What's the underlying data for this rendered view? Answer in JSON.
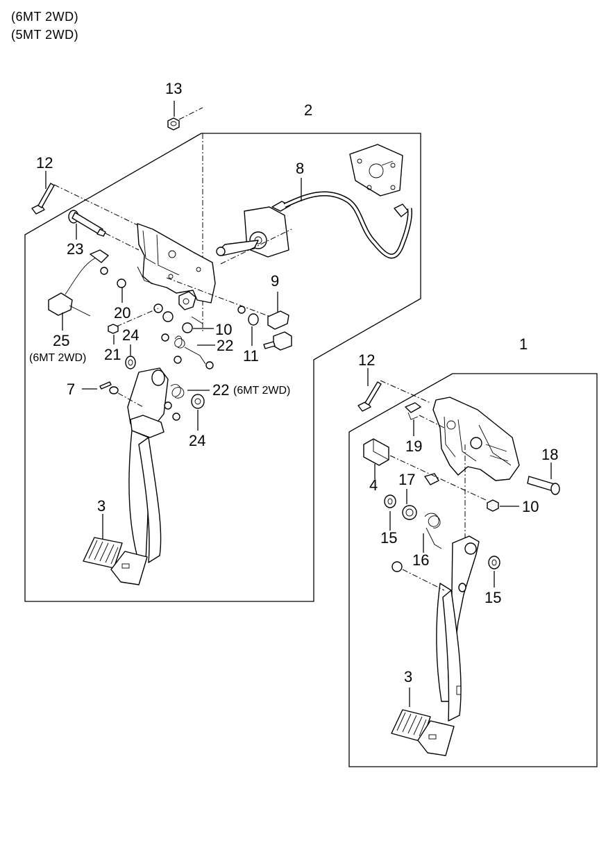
{
  "header": {
    "variants": [
      "(6MT 2WD)",
      "(5MT 2WD)"
    ]
  },
  "callouts": [
    {
      "id": "c13",
      "text": "13"
    },
    {
      "id": "c2",
      "text": "2"
    },
    {
      "id": "c12a",
      "text": "12"
    },
    {
      "id": "c8",
      "text": "8"
    },
    {
      "id": "c23",
      "text": "23"
    },
    {
      "id": "c9",
      "text": "9"
    },
    {
      "id": "c20",
      "text": "20"
    },
    {
      "id": "c10a",
      "text": "10"
    },
    {
      "id": "c25",
      "text": "25"
    },
    {
      "id": "c24a",
      "text": "24"
    },
    {
      "id": "c22a",
      "text": "22"
    },
    {
      "id": "c11",
      "text": "11"
    },
    {
      "id": "c21",
      "text": "21"
    },
    {
      "id": "c1",
      "text": "1"
    },
    {
      "id": "c7",
      "text": "7"
    },
    {
      "id": "c22b",
      "text": "22"
    },
    {
      "id": "c12b",
      "text": "12"
    },
    {
      "id": "c24b",
      "text": "24"
    },
    {
      "id": "c19",
      "text": "19"
    },
    {
      "id": "c18",
      "text": "18"
    },
    {
      "id": "c4",
      "text": "4"
    },
    {
      "id": "c17",
      "text": "17"
    },
    {
      "id": "c10b",
      "text": "10"
    },
    {
      "id": "c3a",
      "text": "3"
    },
    {
      "id": "c15a",
      "text": "15"
    },
    {
      "id": "c16",
      "text": "16"
    },
    {
      "id": "c15b",
      "text": "15"
    },
    {
      "id": "c3b",
      "text": "3"
    }
  ],
  "notes": {
    "n25": "(6MT 2WD)",
    "n22": "(6MT 2WD)"
  }
}
